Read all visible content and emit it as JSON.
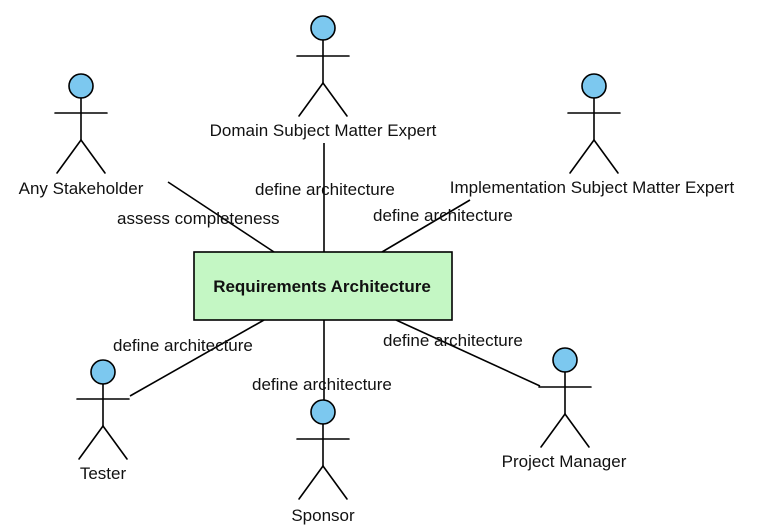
{
  "colors": {
    "actor_head": "#7cc8ef",
    "central_fill": "#c4f7c4",
    "central_border": "#000000",
    "line": "#000000"
  },
  "central": {
    "label": "Requirements Architecture"
  },
  "actors": [
    {
      "key": "any-stakeholder",
      "name": "Any Stakeholder"
    },
    {
      "key": "domain-sme",
      "name": "Domain Subject Matter Expert"
    },
    {
      "key": "implementation-sme",
      "name": "Implementation Subject Matter Expert"
    },
    {
      "key": "tester",
      "name": "Tester"
    },
    {
      "key": "sponsor",
      "name": "Sponsor"
    },
    {
      "key": "project-manager",
      "name": "Project Manager"
    }
  ],
  "associations": [
    {
      "from": "any-stakeholder",
      "label": "assess completeness"
    },
    {
      "from": "domain-sme",
      "label": "define architecture"
    },
    {
      "from": "implementation-sme",
      "label": "define architecture"
    },
    {
      "from": "tester",
      "label": "define architecture"
    },
    {
      "from": "sponsor",
      "label": "define architecture"
    },
    {
      "from": "project-manager",
      "label": "define architecture"
    }
  ]
}
